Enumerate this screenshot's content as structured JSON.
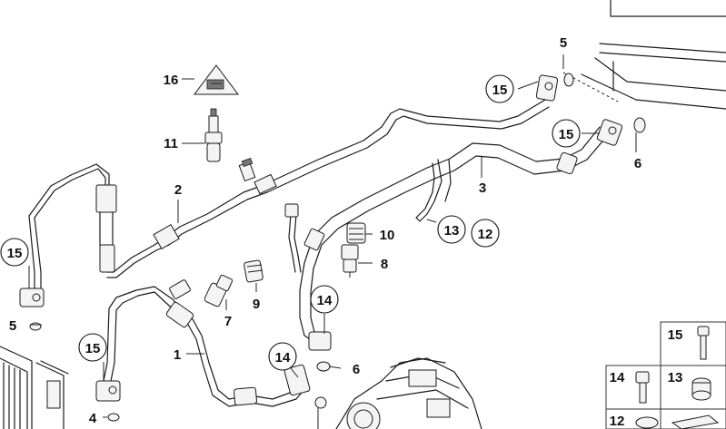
{
  "labels": {
    "p1": "1",
    "p2": "2",
    "p3": "3",
    "p4": "4",
    "p5a": "5",
    "p5b": "5",
    "p6a": "6",
    "p6b": "6",
    "p7": "7",
    "p8": "8",
    "p9": "9",
    "p10": "10",
    "p11": "11",
    "p12a": "12",
    "p12b": "12",
    "p13a": "13",
    "p13b": "13",
    "p14a": "14",
    "p14b": "14",
    "p14c": "14",
    "p15a": "15",
    "p15b": "15",
    "p15c": "15",
    "p15d": "15",
    "p15e": "15",
    "p16": "16"
  },
  "warning_symbol": "refrigerant-warning-triangle-icon"
}
